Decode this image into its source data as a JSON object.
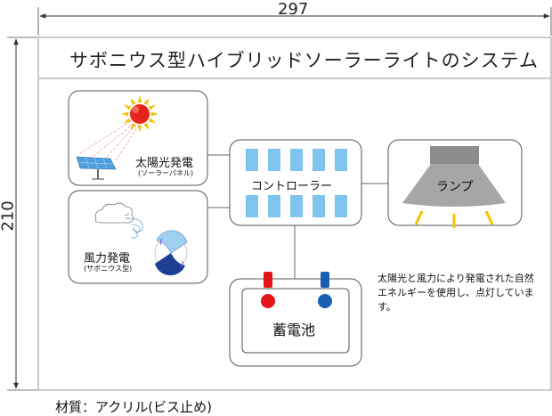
{
  "dimensions": {
    "width_label": "297",
    "height_label": "210"
  },
  "title": "サボニウス型ハイブリッドソーラーライトのシステム",
  "solar": {
    "label": "太陽光発電",
    "sub": "(ソーラーパネル)"
  },
  "wind": {
    "label": "風力発電",
    "sub": "(サボニウス型)"
  },
  "controller": {
    "label": "コントローラー"
  },
  "lamp": {
    "label": "ランプ"
  },
  "battery": {
    "label": "蓄電池"
  },
  "note": "太陽光と風力により発電された自然エネルギーを使用し、点灯しています。",
  "material": "材質：アクリル(ビス止め)",
  "colors": {
    "cell_blue": "#7fc4ec",
    "panel_blue": "#4f9fdc",
    "sun_red": "#e8231c",
    "sun_yellow": "#f5c400",
    "terminal_red": "#e3151a",
    "terminal_blue": "#1a5fb4",
    "lamp_gray": "#a6a6a6",
    "lamp_dark": "#8c8c8c",
    "light_yellow": "#f2c400",
    "turbine_blue": "#1e3f94",
    "turbine_light": "#9fd0f0"
  }
}
